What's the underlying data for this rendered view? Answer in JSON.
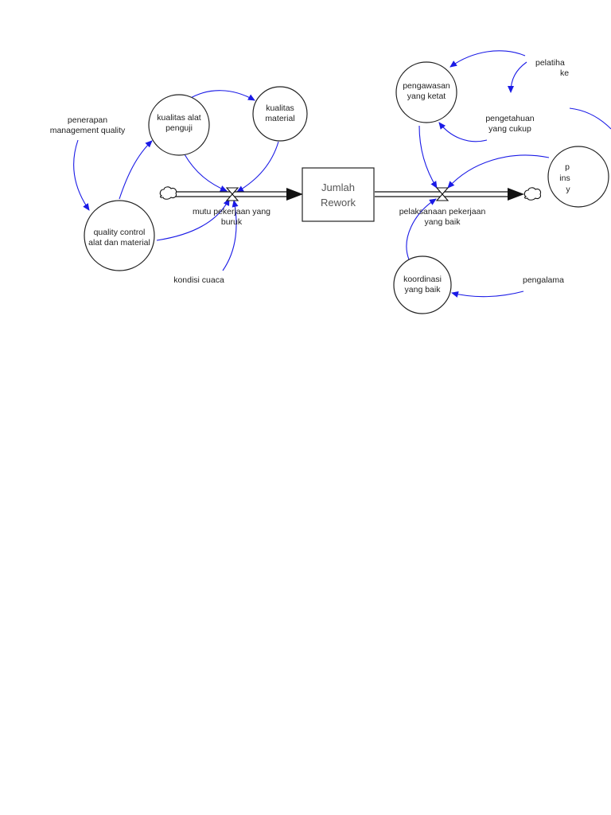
{
  "stock": {
    "name": "Jumlah\nRework",
    "line1": "Jumlah",
    "line2": "Rework"
  },
  "flows": {
    "inflow": {
      "line1": "mutu pekerjaan yang",
      "line2": "buruk"
    },
    "outflow": {
      "line1": "pelaksanaan pekerjaan",
      "line2": "yang baik"
    }
  },
  "auxiliaries": {
    "kualitas_alat": {
      "line1": "kualitas alat",
      "line2": "penguji"
    },
    "kualitas_material": {
      "line1": "kualitas",
      "line2": "material"
    },
    "quality_control": {
      "line1": "quality control",
      "line2": "alat dan material"
    },
    "pengawasan": {
      "line1": "pengawasan",
      "line2": "yang ketat"
    },
    "koordinasi": {
      "line1": "koordinasi",
      "line2": "yang baik"
    },
    "instruksi": {
      "line1": "p",
      "line2": "ins",
      "line3": "y"
    }
  },
  "variables": {
    "penerapan": {
      "line1": "penerapan",
      "line2": "management quality"
    },
    "kondisi_cuaca": {
      "line1": "kondisi cuaca"
    },
    "pengetahuan": {
      "line1": "pengetahuan",
      "line2": "yang cukup"
    },
    "pelatihan": {
      "line1": "pelatiha",
      "line2": "ke"
    },
    "pengalaman": {
      "line1": "pengalama"
    }
  },
  "colors": {
    "link": "#1a1ae6",
    "outline": "#222222",
    "background": "#ffffff"
  }
}
